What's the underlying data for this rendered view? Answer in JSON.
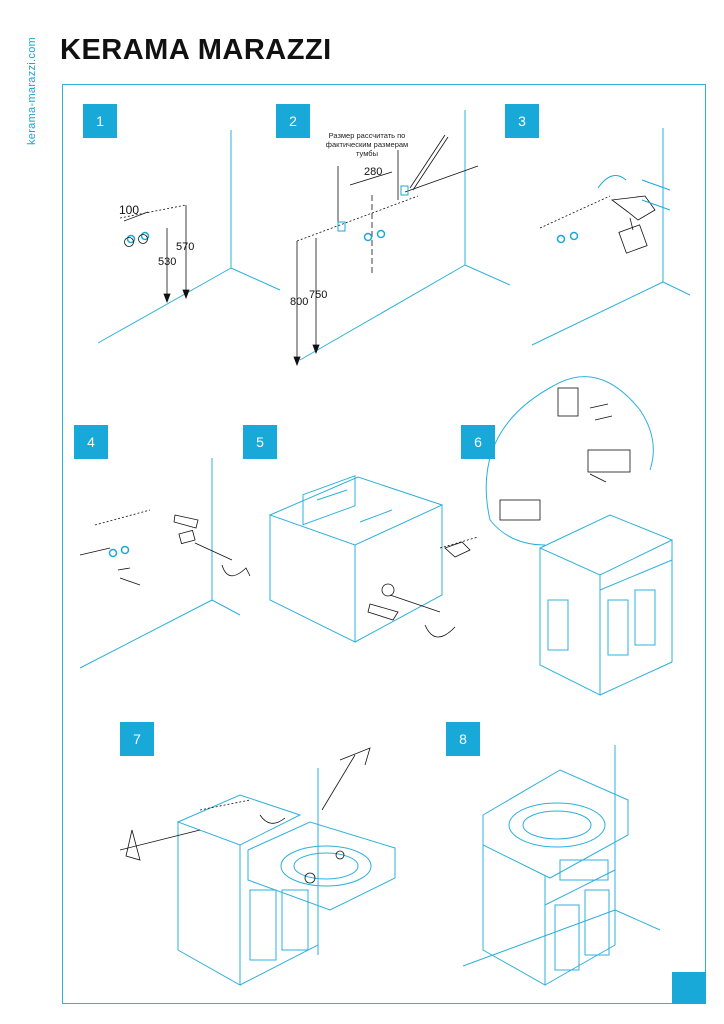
{
  "header": {
    "brand": "KERAMA MARAZZI",
    "side_url": "kerama-marazzi.com"
  },
  "steps": [
    {
      "number": "1"
    },
    {
      "number": "2"
    },
    {
      "number": "3"
    },
    {
      "number": "4"
    },
    {
      "number": "5"
    },
    {
      "number": "6"
    },
    {
      "number": "7"
    },
    {
      "number": "8"
    }
  ],
  "step1": {
    "dim_width": "100",
    "dim_high": "570",
    "dim_low": "530"
  },
  "step2": {
    "note_line1": "Размер рассчитать по",
    "note_line2": "фактическим размерам",
    "note_line3": "тумбы",
    "dim_width": "280",
    "dim_high": "800",
    "dim_low": "750"
  },
  "colors": {
    "accent": "#19a9d9",
    "line": "#2eb0dc",
    "ink": "#111111"
  }
}
